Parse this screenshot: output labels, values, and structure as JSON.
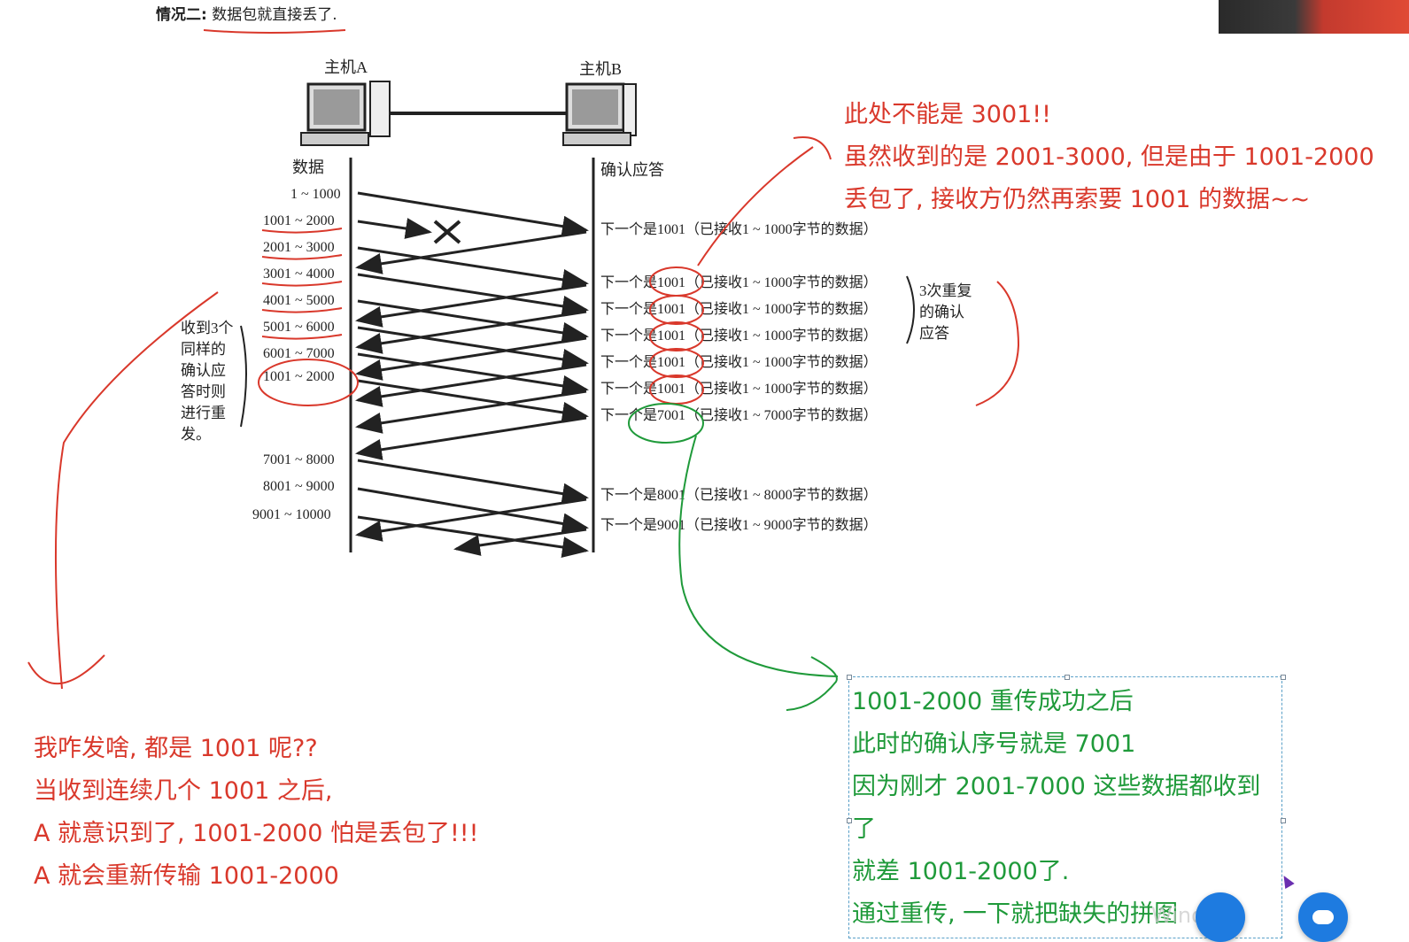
{
  "heading": {
    "label": "情况二:",
    "text": "数据包就直接丢了."
  },
  "diagram": {
    "host_a": "主机A",
    "host_b": "主机B",
    "left_col_title": "数据",
    "right_col_title": "确认应答",
    "segments": [
      "1 ~ 1000",
      "1001 ~ 2000",
      "2001 ~ 3000",
      "3001 ~ 4000",
      "4001 ~ 5000",
      "5001 ~ 6000",
      "6001 ~ 7000",
      "1001 ~ 2000",
      "7001 ~ 8000",
      "8001 ~ 9000",
      "9001 ~ 10000"
    ],
    "acks": [
      "下一个是1001（已接收1 ~ 1000字节的数据）",
      "下一个是1001（已接收1 ~ 1000字节的数据）",
      "下一个是1001（已接收1 ~ 1000字节的数据）",
      "下一个是1001（已接收1 ~ 1000字节的数据）",
      "下一个是1001（已接收1 ~ 1000字节的数据）",
      "下一个是1001（已接收1 ~ 1000字节的数据）",
      "下一个是7001（已接收1 ~ 7000字节的数据）",
      "下一个是8001（已接收1 ~ 8000字节的数据）",
      "下一个是9001（已接收1 ~ 9000字节的数据）"
    ],
    "left_note": [
      "收到3个",
      "同样的",
      "确认应",
      "答时则",
      "进行重",
      "发。"
    ],
    "right_note": [
      "3次重复",
      "的确认",
      "应答"
    ]
  },
  "notes": {
    "top_red": [
      "此处不能是 3001!!",
      "虽然收到的是 2001-3000, 但是由于 1001-2000",
      "丢包了, 接收方仍然再索要 1001 的数据~~"
    ],
    "bottom_red": [
      "我咋发啥, 都是 1001 呢??",
      "当收到连续几个 1001 之后,",
      "A 就意识到了, 1001-2000 怕是丢包了!!!",
      "A 就会重新传输 1001-2000"
    ],
    "green": [
      "1001-2000 重传成功之后",
      "此时的确认序号就是 7001",
      "因为刚才 2001-7000 这些数据都收到",
      "了",
      "就差 1001-2000了.",
      "通过重传, 一下就把缺失的拼图"
    ]
  },
  "watermark": "Windows",
  "colors": {
    "red": "#d9382b",
    "green": "#1f9a3a",
    "line": "#222222"
  }
}
